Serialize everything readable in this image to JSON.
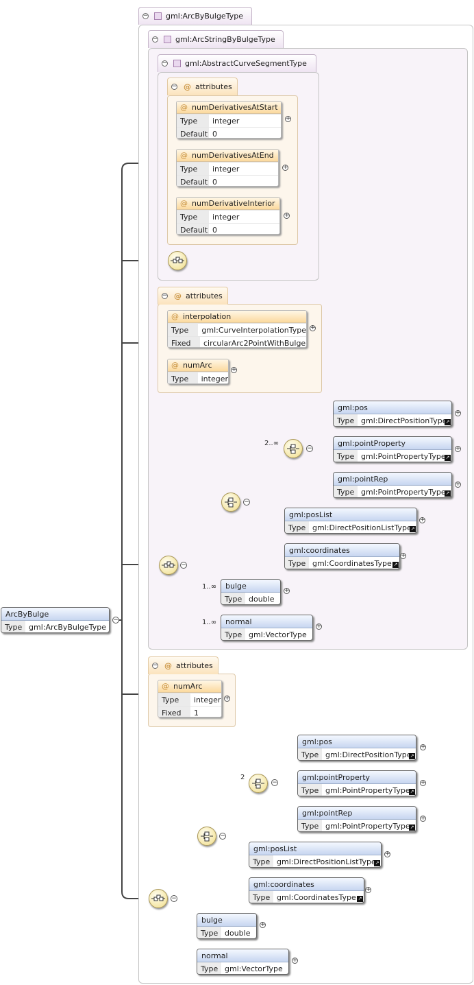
{
  "root": {
    "name": "ArcByBulge",
    "type_label": "Type",
    "type": "gml:ArcByBulgeType"
  },
  "types": {
    "arcbybulge": "gml:ArcByBulgeType",
    "arcstring": "gml:ArcStringByBulgeType",
    "abstract": "gml:AbstractCurveSegmentType"
  },
  "abstract_attrs": {
    "title": "attributes",
    "items": [
      {
        "name": "numDerivativesAtStart",
        "type_label": "Type",
        "type": "integer",
        "extra_label": "Default",
        "extra": "0"
      },
      {
        "name": "numDerivativesAtEnd",
        "type_label": "Type",
        "type": "integer",
        "extra_label": "Default",
        "extra": "0"
      },
      {
        "name": "numDerivativeInterior",
        "type_label": "Type",
        "type": "integer",
        "extra_label": "Default",
        "extra": "0"
      }
    ]
  },
  "arcstring_attrs": {
    "title": "attributes",
    "interpolation": {
      "name": "interpolation",
      "type_label": "Type",
      "type": "gml:CurveInterpolationType",
      "extra_label": "Fixed",
      "extra": "circularArc2PointWithBulge"
    },
    "numArc": {
      "name": "numArc",
      "type_label": "Type",
      "type": "integer"
    }
  },
  "arcstring_seq": {
    "choice_card": "2..∞",
    "pos": {
      "name": "gml:pos",
      "type_label": "Type",
      "type": "gml:DirectPositionType"
    },
    "pointProperty": {
      "name": "gml:pointProperty",
      "type_label": "Type",
      "type": "gml:PointPropertyType"
    },
    "pointRep": {
      "name": "gml:pointRep",
      "type_label": "Type",
      "type": "gml:PointPropertyType"
    },
    "posList": {
      "name": "gml:posList",
      "type_label": "Type",
      "type": "gml:DirectPositionListType"
    },
    "coordinates": {
      "name": "gml:coordinates",
      "type_label": "Type",
      "type": "gml:CoordinatesType"
    },
    "bulge": {
      "card": "1..∞",
      "name": "bulge",
      "type_label": "Type",
      "type": "double"
    },
    "normal": {
      "card": "1..∞",
      "name": "normal",
      "type_label": "Type",
      "type": "gml:VectorType"
    }
  },
  "arcbybulge_attrs": {
    "title": "attributes",
    "numArc": {
      "name": "numArc",
      "type_label": "Type",
      "type": "integer",
      "extra_label": "Fixed",
      "extra": "1"
    }
  },
  "arcbybulge_seq": {
    "choice_card": "2",
    "pos": {
      "name": "gml:pos",
      "type_label": "Type",
      "type": "gml:DirectPositionType"
    },
    "pointProperty": {
      "name": "gml:pointProperty",
      "type_label": "Type",
      "type": "gml:PointPropertyType"
    },
    "pointRep": {
      "name": "gml:pointRep",
      "type_label": "Type",
      "type": "gml:PointPropertyType"
    },
    "posList": {
      "name": "gml:posList",
      "type_label": "Type",
      "type": "gml:DirectPositionListType"
    },
    "coordinates": {
      "name": "gml:coordinates",
      "type_label": "Type",
      "type": "gml:CoordinatesType"
    },
    "bulge": {
      "name": "bulge",
      "type_label": "Type",
      "type": "double"
    },
    "normal": {
      "name": "normal",
      "type_label": "Type",
      "type": "gml:VectorType"
    }
  }
}
